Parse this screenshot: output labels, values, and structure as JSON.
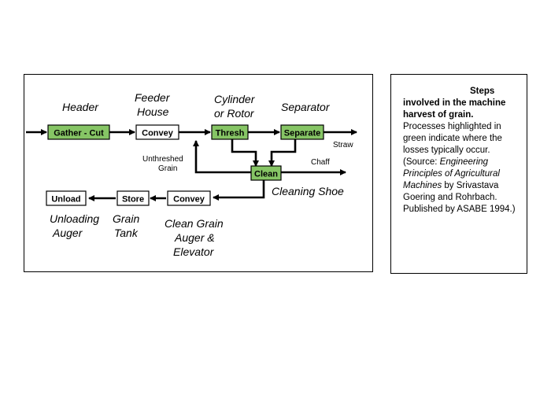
{
  "colors": {
    "highlight": "#86c565",
    "plain": "#ffffff",
    "line": "#000000"
  },
  "boxes": {
    "gather_cut": "Gather - Cut",
    "convey_feeder": "Convey",
    "thresh": "Thresh",
    "separate": "Separate",
    "clean": "Clean",
    "convey_grain": "Convey",
    "store": "Store",
    "unload": "Unload"
  },
  "labels": {
    "header": "Header",
    "feeder_line1": "Feeder",
    "feeder_line2": "House",
    "cylinder_line1": "Cylinder",
    "cylinder_line2": "or Rotor",
    "separator": "Separator",
    "straw": "Straw",
    "chaff": "Chaff",
    "unthreshed_line1": "Unthreshed",
    "unthreshed_line2": "Grain",
    "cleaning_shoe": "Cleaning Shoe",
    "unloading_line1": "Unloading",
    "unloading_line2": "Auger",
    "grain_tank_line1": "Grain",
    "grain_tank_line2": "Tank",
    "clean_grain_line1": "Clean Grain",
    "clean_grain_line2": "Auger &",
    "clean_grain_line3": "Elevator"
  },
  "caption": {
    "title": "Steps involved in the machine harvest of grain.",
    "body1": " Processes highlighted in green indicate where the losses typically occur. (Source: ",
    "source_title": "Engineering Principles of Agricultural Machines",
    "body2": " by Srivastava Goering and Rohrbach. Published by ASABE 1994.)"
  }
}
